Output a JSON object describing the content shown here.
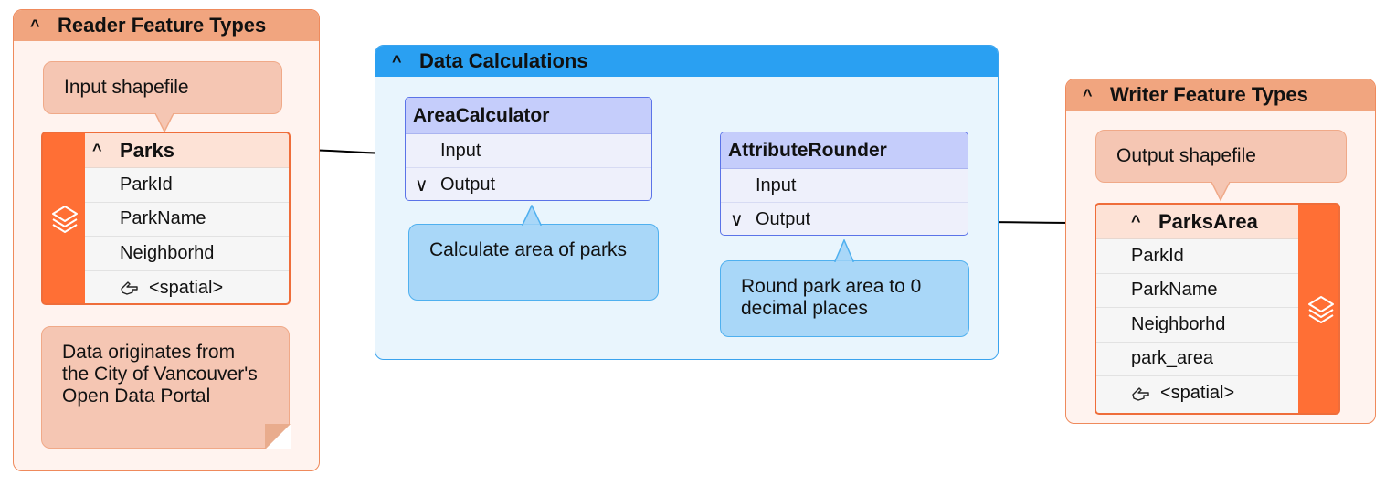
{
  "reader": {
    "title": "Reader Feature Types",
    "input_note": "Input shapefile",
    "feature_type": {
      "name": "Parks",
      "attributes": [
        "ParkId",
        "ParkName",
        "Neighborhd"
      ],
      "geometry": "<spatial>"
    },
    "source_note": "Data originates from the City of Vancouver's Open Data Portal"
  },
  "calculations": {
    "title": "Data Calculations",
    "area_calculator": {
      "name": "AreaCalculator",
      "input": "Input",
      "output": "Output",
      "note": "Calculate area of parks"
    },
    "attribute_rounder": {
      "name": "AttributeRounder",
      "input": "Input",
      "output": "Output",
      "note": "Round park area to 0 decimal places"
    }
  },
  "writer": {
    "title": "Writer Feature Types",
    "output_note": "Output shapefile",
    "feature_type": {
      "name": "ParksArea",
      "attributes": [
        "ParkId",
        "ParkName",
        "Neighborhd",
        "park_area"
      ],
      "geometry": "<spatial>"
    }
  },
  "colors": {
    "feature_type_accent": "#ff6f35",
    "reader_writer_header": "#f1a57f",
    "calculations_header": "#2aa0f2",
    "transformer_header": "#c5cdfb"
  }
}
